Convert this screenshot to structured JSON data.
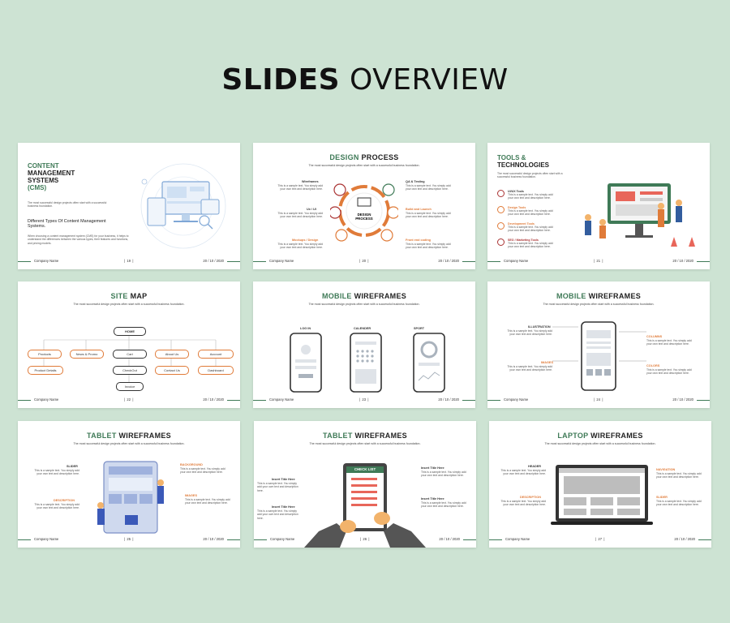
{
  "title": {
    "bold": "SLIDES",
    "light": "OVERVIEW"
  },
  "footer": {
    "company": "Company Name",
    "date": "20 / 10 / 2020"
  },
  "slides": [
    {
      "page": "19",
      "title_lines": [
        "CONTENT",
        "MANAGEMENT",
        "SYSTEMS",
        "(CMS)"
      ],
      "intro": "The most successful design projects often start with a successful business foundation.",
      "heading2": "Different Types Of Content Management Systems.",
      "body": "When choosing a content management system (CMS) for your business, it helps to understand the differences between the various types, their features and functions, and pricing models."
    },
    {
      "page": "20",
      "title_accent": "DESIGN",
      "title_rest": "PROCESS",
      "subtitle": "The most successful design projects often start with a successful business foundation.",
      "center": "DESIGN PROCESS",
      "left_items": [
        "Wireframes",
        "Ux / UI",
        "Mockups / Design"
      ],
      "right_items": [
        "QA & Testing",
        "Build and Launch",
        "Front end coding"
      ],
      "item_text": "This is a sample text. You simply add your own text and description here."
    },
    {
      "page": "21",
      "title_lines": [
        "TOOLS &",
        "TECHNOLOGIES"
      ],
      "subtitle": "The most successful design projects often start with a successful business foundation.",
      "items": [
        "UI/UX Tools",
        "Design Tools",
        "Development Tools",
        "SEO / Marketing Tools"
      ],
      "item_text": "This is a sample text. You simply add your own text and description here."
    },
    {
      "page": "22",
      "title_accent": "SITE",
      "title_rest": "MAP",
      "subtitle": "The most successful design projects often start with a successful business foundation.",
      "home": "HOME",
      "row1": [
        "Products",
        "News & Promo",
        "Cart",
        "About Us",
        "Account"
      ],
      "row2": [
        "Product Details",
        "CheckOut",
        "Contact Us",
        "Dashboard"
      ],
      "row3": "Invoice"
    },
    {
      "page": "23",
      "title_accent": "MOBILE",
      "title_rest": "WIREFRAMES",
      "subtitle": "The most successful design projects often start with a successful business foundation.",
      "phones": [
        "LOG IN",
        "CALENDER",
        "SPORT"
      ]
    },
    {
      "page": "24",
      "title_accent": "MOBILE",
      "title_rest": "WIREFRAMES",
      "subtitle": "The most successful design projects often start with a successful business foundation.",
      "left_items": [
        "ILLUSTRATION",
        "IMAGES"
      ],
      "right_items": [
        "COLUMNS",
        "COLORS"
      ],
      "item_text": "This is a sample text. You simply add your own text and description here."
    },
    {
      "page": "25",
      "title_accent": "TABLET",
      "title_rest": "WIREFRAMES",
      "subtitle": "The most successful design projects often start with a successful business foundation.",
      "left_items": [
        "SLIDER",
        "DESCRIPTION"
      ],
      "right_items": [
        "BACKGROUND",
        "IMAGES"
      ],
      "item_text": "This is a sample text. You simply add your own text and description here."
    },
    {
      "page": "26",
      "title_accent": "TABLET",
      "title_rest": "WIREFRAMES",
      "subtitle": "The most successful design projects often start with a successful business foundation.",
      "screen_header": "CHECK LIST",
      "left_items": [
        "Insert Title Here",
        "Insert Title Here"
      ],
      "right_items": [
        "Insert Title Here",
        "Insert Title Here"
      ],
      "item_text": "This is a sample text. You simply add your own text and description here."
    },
    {
      "page": "27",
      "title_accent": "LAPTOP",
      "title_rest": "WIREFRAMES",
      "subtitle": "The most successful design projects often start with a successful business foundation.",
      "left_items": [
        "HEADER",
        "DESCRIPTION"
      ],
      "right_items": [
        "NAVIGATION",
        "SLIDER"
      ],
      "item_text": "This is a sample text. You simply add your own text and description here."
    }
  ],
  "colors": {
    "accent_green": "#3f7a57",
    "accent_orange": "#e07b39",
    "background": "#cde3d3"
  }
}
